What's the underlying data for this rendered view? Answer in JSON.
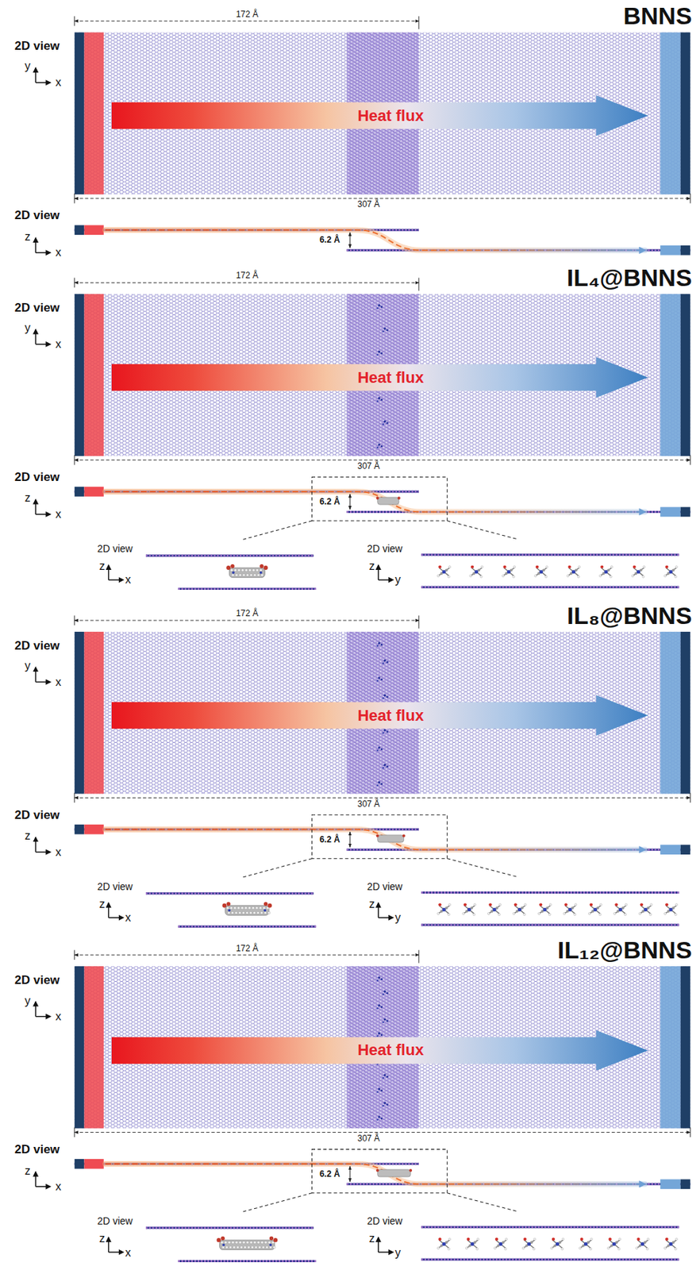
{
  "diagram": {
    "nodes": [
      {
        "text": [
          "Heat flux"
        ]
      },
      {
        "text": [
          "Heat flux"
        ]
      },
      {
        "text": [
          "Heat flux"
        ]
      },
      {
        "text": [
          "Heat flux"
        ]
      }
    ],
    "labels": [
      "2D view",
      "y",
      "x",
      "172 Å",
      "BNNS",
      "307 Å",
      "2D view",
      "z",
      "x",
      "6.2 Å",
      "2D view",
      "y",
      "x",
      "172 Å",
      "IL₄@BNNS",
      "307 Å",
      "2D view",
      "z",
      "x",
      "6.2 Å",
      "2D view",
      "z",
      "x",
      "2D view",
      "z",
      "y",
      "2D view",
      "y",
      "x",
      "172 Å",
      "IL₈@BNNS",
      "307 Å",
      "2D view",
      "z",
      "x",
      "6.2 Å",
      "2D view",
      "z",
      "x",
      "2D view",
      "z",
      "y",
      "2D view",
      "y",
      "x",
      "172 Å",
      "IL₁₂@BNNS",
      "307 Å",
      "2D view",
      "z",
      "x",
      "6.2 Å",
      "2D view",
      "z",
      "x",
      "2D view",
      "z",
      "y"
    ]
  }
}
